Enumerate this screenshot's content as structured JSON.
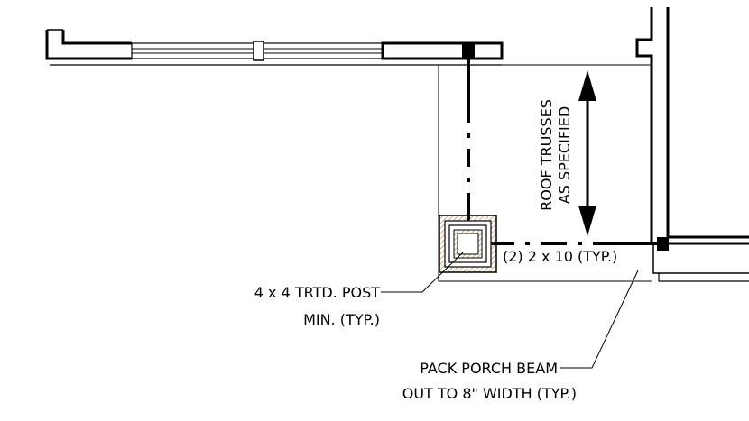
{
  "drawing": {
    "labels": {
      "roof_trusses_line1": "ROOF TRUSSES",
      "roof_trusses_line2": "AS SPECIFIED",
      "beam": "(2) 2 x 10 (TYP.)",
      "post_line1": "4 x 4 TRTD. POST",
      "post_line2": "MIN. (TYP.)",
      "pack_line1": "PACK PORCH BEAM",
      "pack_line2": "OUT TO 8\" WIDTH (TYP.)"
    },
    "colors": {
      "line": "#000000",
      "hatch": "#b07a2a",
      "background": "#ffffff"
    }
  }
}
